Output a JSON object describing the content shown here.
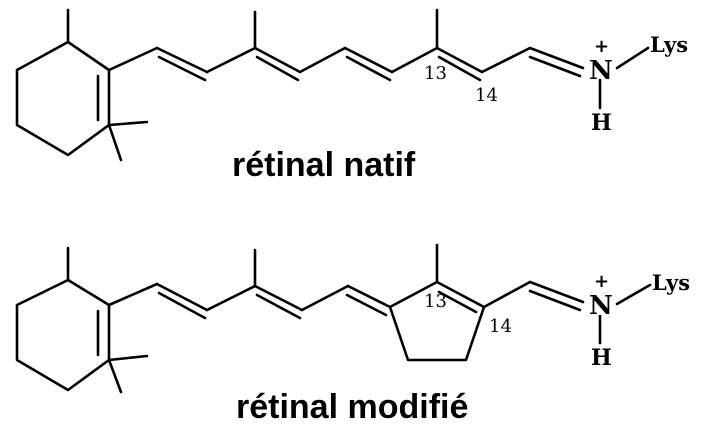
{
  "molecules": [
    {
      "caption": "rétinal natif",
      "atom_n": "N",
      "atom_h": "H",
      "charge": "+",
      "lysine": "Lys",
      "label_c13": "13",
      "label_c14": "14"
    },
    {
      "caption": "rétinal modifié",
      "atom_n": "N",
      "atom_h": "H",
      "charge": "+",
      "lysine": "Lys",
      "label_c13": "13",
      "label_c14": "14"
    }
  ]
}
